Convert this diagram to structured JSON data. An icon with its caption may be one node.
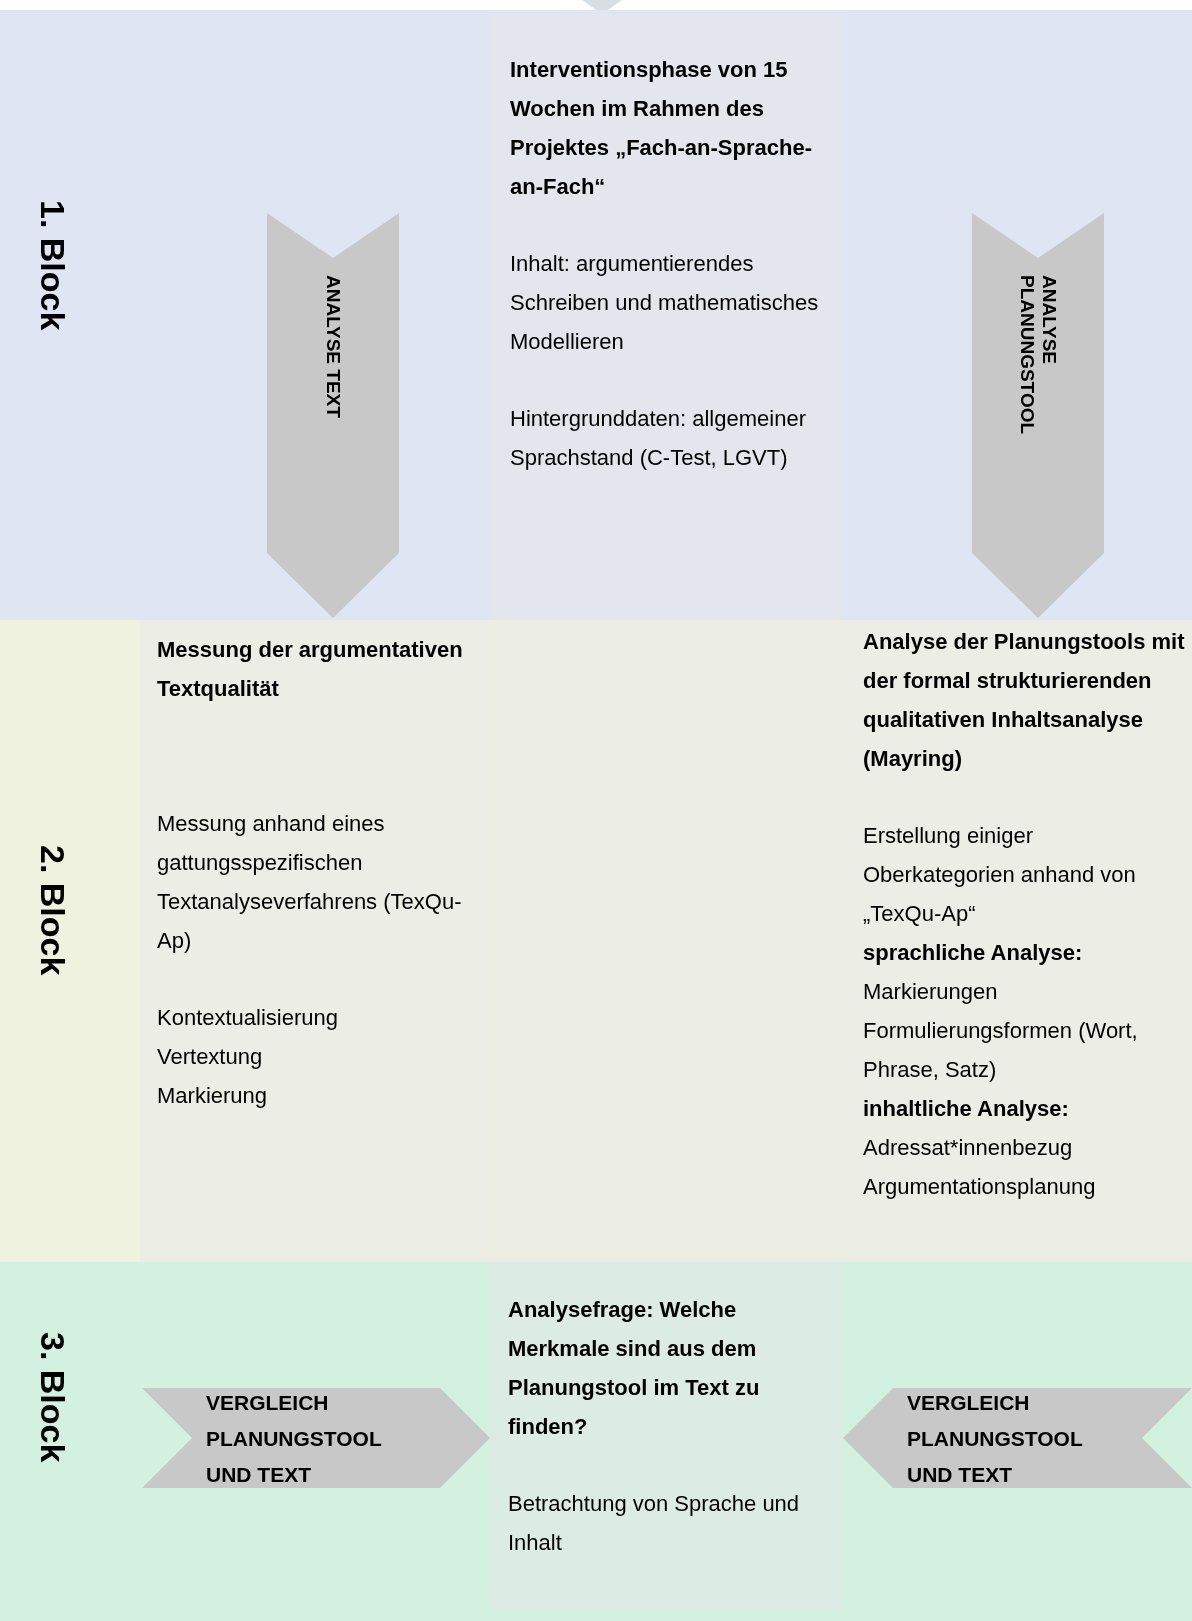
{
  "diagram": {
    "nodes": [
      {
        "text": [
          "1. Block"
        ]
      },
      {
        "text": [
          "Interventionsphase von 15 Wochen im Rahmen des Projektes „Fach-an-Sprache-an-Fach“",
          "Inhalt: argumentierendes Schreiben und mathematisches Modellieren",
          "Hintergrunddaten: allgemeiner Sprachstand (C-Test, LGVT)"
        ],
        "in": 0
      },
      {
        "text": [
          "ANALYSE TEXT"
        ],
        "in": 0
      },
      {
        "text": [
          "ANALYSE PLANUNGSTOOL"
        ],
        "in": 0
      },
      {
        "text": [
          "2. Block"
        ]
      },
      {
        "text": [
          "Messung der argumentativen Textqualität",
          "Messung anhand eines gattungsspezifischen Textanalyseverfahrens (TexQu-Ap)",
          "Kontextualisierung",
          "Vertextung",
          "Markierung"
        ],
        "in": 4
      },
      {
        "text": [],
        "shape": "box",
        "in": 4
      },
      {
        "text": [
          "Analyse der Planungstools mit der formal strukturierenden qualitativen Inhaltsanalyse (Mayring)",
          "Erstellung einiger Oberkategorien anhand von „TexQu-Ap“",
          "sprachliche Analyse:",
          "Markierungen",
          "Formulierungsformen (Wort, Phrase, Satz)",
          "inhaltliche Analyse:",
          "Adressat*innenbezug",
          "Argumentationsplanung"
        ],
        "in": 4
      },
      {
        "text": [
          "3. Block"
        ]
      },
      {
        "text": [
          "VERGLEICH PLANUNGSTOOL UND TEXT"
        ],
        "in": 8
      },
      {
        "text": [
          "Analysefrage: Welche Merkmale sind aus dem Planungstool im Text zu finden?",
          "Betrachtung von Sprache und Inhalt"
        ],
        "in": 8
      },
      {
        "text": [
          "VERGLEICH PLANUNGSTOOL UND TEXT"
        ],
        "in": 8
      }
    ]
  }
}
